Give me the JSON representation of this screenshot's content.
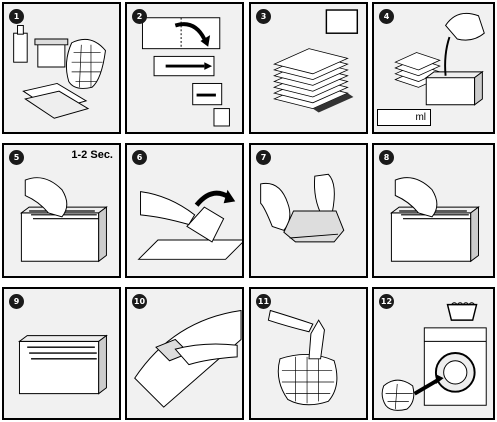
{
  "steps": [
    {
      "number": "1"
    },
    {
      "number": "2"
    },
    {
      "number": "3"
    },
    {
      "number": "4",
      "unit_label": "ml"
    },
    {
      "number": "5",
      "duration": "1-2 Sec."
    },
    {
      "number": "6"
    },
    {
      "number": "7"
    },
    {
      "number": "8"
    },
    {
      "number": "9"
    },
    {
      "number": "10"
    },
    {
      "number": "11"
    },
    {
      "number": "12"
    }
  ],
  "colors": {
    "panel_bg": "#f1f1f1",
    "ink": "#000000",
    "badge": "#1a1a1a"
  }
}
